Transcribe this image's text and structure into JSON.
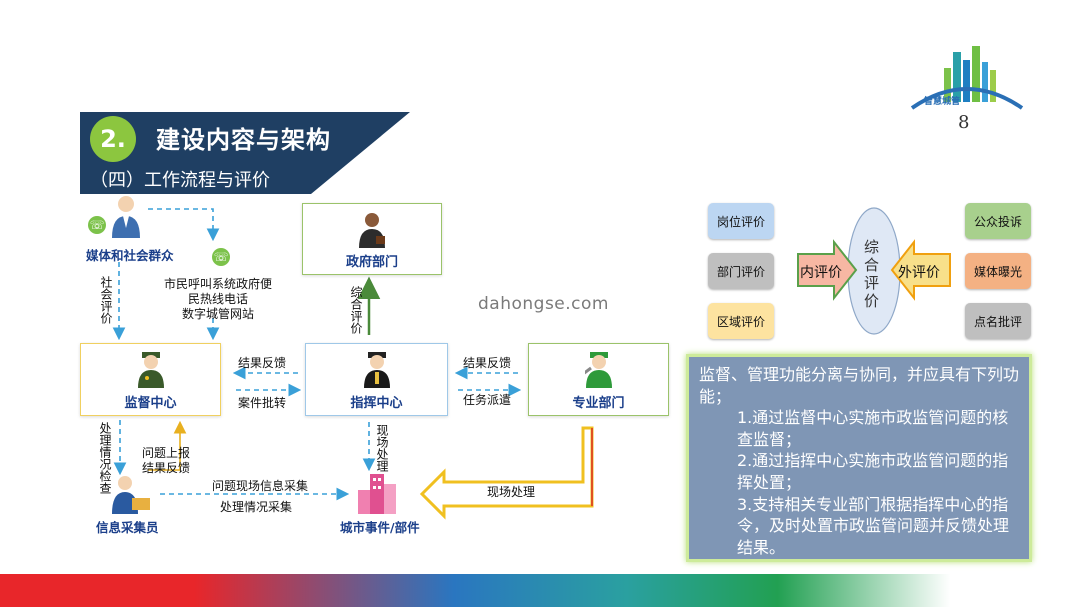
{
  "header": {
    "number": "2.",
    "title": "建设内容与架构",
    "subtitle": "（四）工作流程与评价",
    "logo_text": "智慧城管",
    "page_number": "8"
  },
  "nodes": {
    "media": "媒体和社会群众",
    "gov": "政府部门",
    "supervise": "监督中心",
    "command": "指挥中心",
    "dept": "专业部门",
    "collector": "信息采集员",
    "city": "城市事件/部件"
  },
  "edges": {
    "social_eval": "社会评价",
    "hotline": [
      "市民呼叫系统政府便",
      "民热线电话",
      "数字城管网站"
    ],
    "comprehensive_eval": "综合评价",
    "result_feedback_1": "结果反馈",
    "case_approval": "案件批转",
    "result_feedback_2": "结果反馈",
    "task_dispatch": "任务派遣",
    "handle_check": "处理情况检查",
    "report_feedback": [
      "问题上报",
      "结果反馈"
    ],
    "onsite_handle_v": "现场处理",
    "info_collect": "问题现场信息采集",
    "handle_collect": "处理情况采集",
    "onsite_handle_h": "现场处理"
  },
  "evaluation": {
    "left_items": [
      "岗位评价",
      "部门评价",
      "区域评价"
    ],
    "right_items": [
      "公众投诉",
      "媒体曝光",
      "点名批评"
    ],
    "inner": "内评价",
    "outer": "外评价",
    "center": "综合评价"
  },
  "info": {
    "intro": "监督、管理功能分离与协同，并应具有下列功能；",
    "item1": "1.通过监督中心实施市政监管问题的核查监督；",
    "item2": "2.通过指挥中心实施市政监管问题的指挥处置；",
    "item3": "3.支持相关专业部门根据指挥中心的指令，及时处置市政监管问题并反馈处理结果。"
  },
  "watermark": "dahongse.com",
  "colors": {
    "banner": "#1f3f63",
    "accent_green": "#8cc63f",
    "label_blue": "#1b3f8a",
    "arrow_blue": "#3aa0d8",
    "info_bg": "#7f96b5"
  }
}
